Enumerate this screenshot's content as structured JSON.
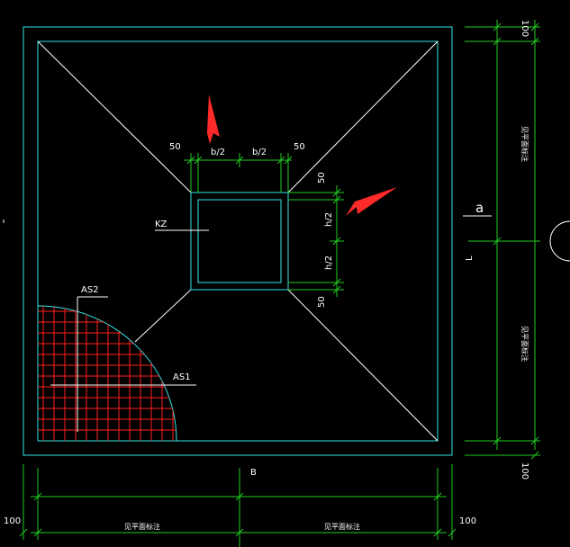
{
  "labels": {
    "dim_50_top_left": "50",
    "dim_b2_left": "b/2",
    "dim_b2_right": "b/2",
    "dim_50_top_right": "50",
    "dim_50_right_top": "50",
    "dim_h2_top": "h/2",
    "dim_h2_bottom": "h/2",
    "dim_50_right_bottom": "50",
    "column_label": "KZ",
    "as1": "AS1",
    "as2": "AS2",
    "dim_a": "a",
    "dim_L": "L",
    "dim_B": "B",
    "dim_100_bottom_left": "100",
    "dim_100_bottom_right": "100",
    "dim_100_right_top": "100",
    "dim_100_right_bottom": "100",
    "bottom_left_note": "见平面标注",
    "bottom_right_note": "见平面标注",
    "right_top_note": "见平面标注",
    "right_bottom_note": "见平面标注"
  },
  "colors": {
    "outline": "#33e6e6",
    "dimension": "#22cc22",
    "rebar": "#ff2020",
    "arrow": "#ff2a2a",
    "text": "#ffffff"
  }
}
